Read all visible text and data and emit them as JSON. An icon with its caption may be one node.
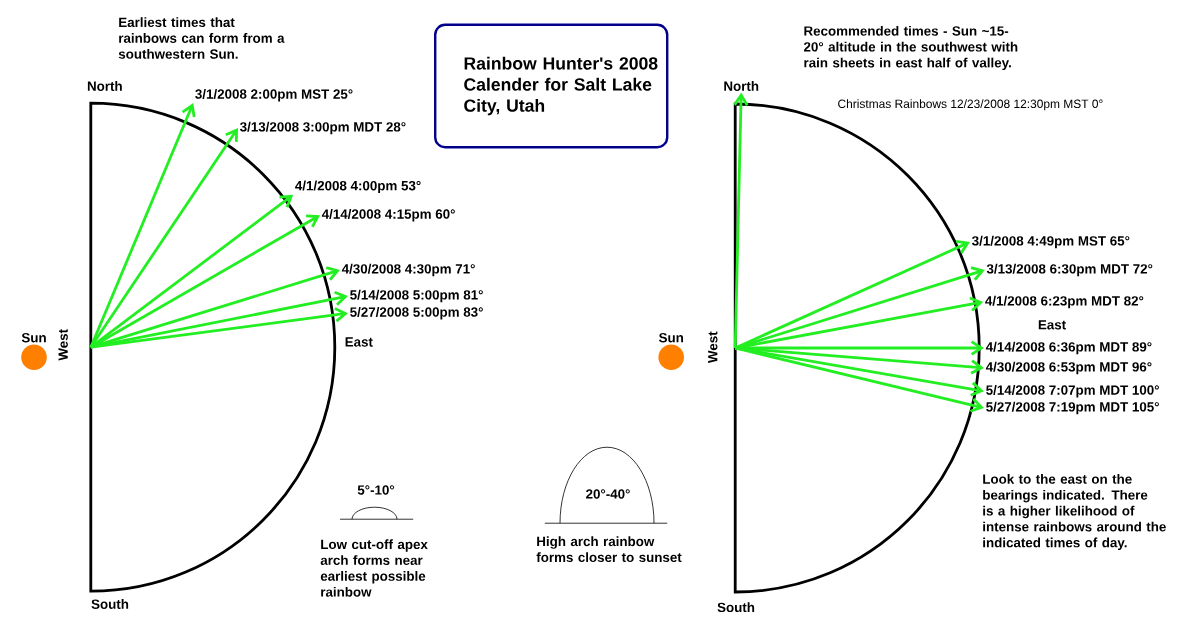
{
  "diagram": {
    "nodes": [
      {
        "text": [
          "Rainbow Hunter's 2008 Calender for Salt Lake City, Utah"
        ]
      },
      {
        "text": [
          "Sun"
        ]
      },
      {
        "text": [
          "Sun"
        ]
      },
      {
        "text": [
          "3/1/2008 2:00pm MST 25°"
        ]
      },
      {
        "text": [
          "3/13/2008 3:00pm MDT 28°"
        ]
      },
      {
        "text": [
          "4/1/2008 4:00pm 53°"
        ]
      },
      {
        "text": [
          "4/14/2008 4:15pm 60°"
        ]
      },
      {
        "text": [
          "4/30/2008 4:30pm 71°"
        ]
      },
      {
        "text": [
          "5/14/2008 5:00pm 81°"
        ]
      },
      {
        "text": [
          "5/27/2008 5:00pm 83°"
        ]
      },
      {
        "text": [
          "North"
        ]
      },
      {
        "text": [
          "3/1/2008 4:49pm MST 65°"
        ]
      },
      {
        "text": [
          "3/13/2008 6:30pm MDT 72°"
        ]
      },
      {
        "text": [
          "4/1/2008 6:23pm MDT 82°"
        ]
      },
      {
        "text": [
          "4/14/2008 6:36pm MDT 89°"
        ]
      },
      {
        "text": [
          "4/30/2008 6:53pm MDT 96°"
        ]
      },
      {
        "text": [
          "5/14/2008 7:07pm MDT 100°"
        ]
      },
      {
        "text": [
          "5/27/2008 7:19pm MDT 105°"
        ]
      }
    ],
    "edges": [
      {
        "from": null,
        "to": 3,
        "arrow": "to"
      },
      {
        "from": null,
        "to": 4,
        "arrow": "to"
      },
      {
        "from": null,
        "to": 5,
        "arrow": "to"
      },
      {
        "from": null,
        "to": 6,
        "arrow": "to"
      },
      {
        "from": null,
        "to": 7,
        "arrow": "to"
      },
      {
        "from": null,
        "to": 8,
        "arrow": "to"
      },
      {
        "from": null,
        "to": 9,
        "arrow": "to"
      },
      {
        "from": null,
        "to": 10,
        "arrow": "to"
      },
      {
        "from": null,
        "to": 11,
        "arrow": "to"
      },
      {
        "from": null,
        "to": 12,
        "arrow": "to"
      },
      {
        "from": null,
        "to": 13,
        "arrow": "to"
      },
      {
        "from": null,
        "to": 14,
        "arrow": "to"
      },
      {
        "from": null,
        "to": 15,
        "arrow": "to"
      },
      {
        "from": null,
        "to": 16,
        "arrow": "to"
      },
      {
        "from": null,
        "to": 17,
        "arrow": "to"
      }
    ],
    "labels": [
      "Earliest times that rainbows can form from a southwestern Sun.",
      "North",
      "West",
      "East",
      "South",
      "5°-10°",
      "Low cut-off apex arch forms near earliest possible rainbow",
      "20°-40°",
      "High arch rainbow forms closer to sunset",
      "Recommended times - Sun ~15-20° altitude in the southwest with rain sheets in east half of valley.",
      "Christmas Rainbows 12/23/2008 12:30pm MST 0°",
      "West",
      "East",
      "South",
      "Look to the east on the bearings indicated. There is a higher likelihood of intense rainbows around the indicated times of day."
    ]
  }
}
